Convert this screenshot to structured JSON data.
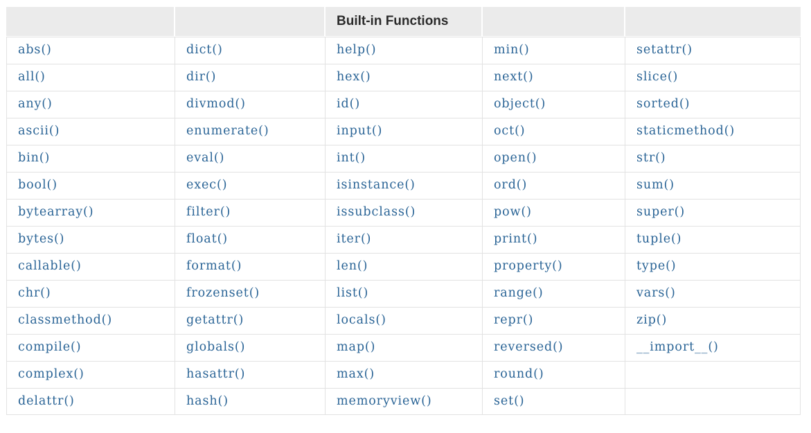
{
  "table": {
    "caption": "Built-in Functions",
    "header": {
      "cells": [
        "",
        "",
        "Built-in Functions",
        "",
        ""
      ],
      "background_color": "#ebebeb",
      "text_color": "#2b2b2b"
    },
    "link_color": "#2a6496",
    "border_color": "#e2e2e2",
    "columns": 5,
    "row_count": 14,
    "rows": [
      [
        "abs()",
        "dict()",
        "help()",
        "min()",
        "setattr()"
      ],
      [
        "all()",
        "dir()",
        "hex()",
        "next()",
        "slice()"
      ],
      [
        "any()",
        "divmod()",
        "id()",
        "object()",
        "sorted()"
      ],
      [
        "ascii()",
        "enumerate()",
        "input()",
        "oct()",
        "staticmethod()"
      ],
      [
        "bin()",
        "eval()",
        "int()",
        "open()",
        "str()"
      ],
      [
        "bool()",
        "exec()",
        "isinstance()",
        "ord()",
        "sum()"
      ],
      [
        "bytearray()",
        "filter()",
        "issubclass()",
        "pow()",
        "super()"
      ],
      [
        "bytes()",
        "float()",
        "iter()",
        "print()",
        "tuple()"
      ],
      [
        "callable()",
        "format()",
        "len()",
        "property()",
        "type()"
      ],
      [
        "chr()",
        "frozenset()",
        "list()",
        "range()",
        "vars()"
      ],
      [
        "classmethod()",
        "getattr()",
        "locals()",
        "repr()",
        "zip()"
      ],
      [
        "compile()",
        "globals()",
        "map()",
        "reversed()",
        "__import__()"
      ],
      [
        "complex()",
        "hasattr()",
        "max()",
        "round()",
        ""
      ],
      [
        "delattr()",
        "hash()",
        "memoryview()",
        "set()",
        ""
      ]
    ]
  }
}
